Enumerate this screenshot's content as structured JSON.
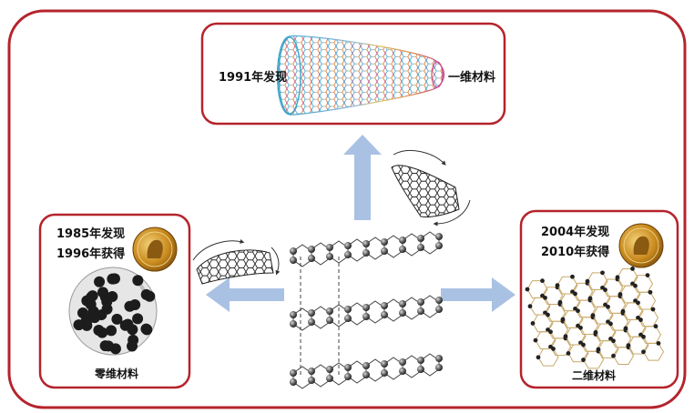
{
  "top_panel": {
    "discovery": "1991年发现",
    "material": "一维材料"
  },
  "left_panel": {
    "discovery": "1985年发现",
    "prize": "1996年获得",
    "material": "零维材料"
  },
  "right_panel": {
    "discovery": "2004年发现",
    "prize": "2010年获得",
    "material": "二维材料"
  },
  "colors": {
    "frame": "#b5242b",
    "arrow": "#a9c1e3",
    "atom": "#3a3a3a",
    "medal": "#c98a1e"
  },
  "icons": {
    "nobel_medal": "nobel-medal-icon"
  }
}
